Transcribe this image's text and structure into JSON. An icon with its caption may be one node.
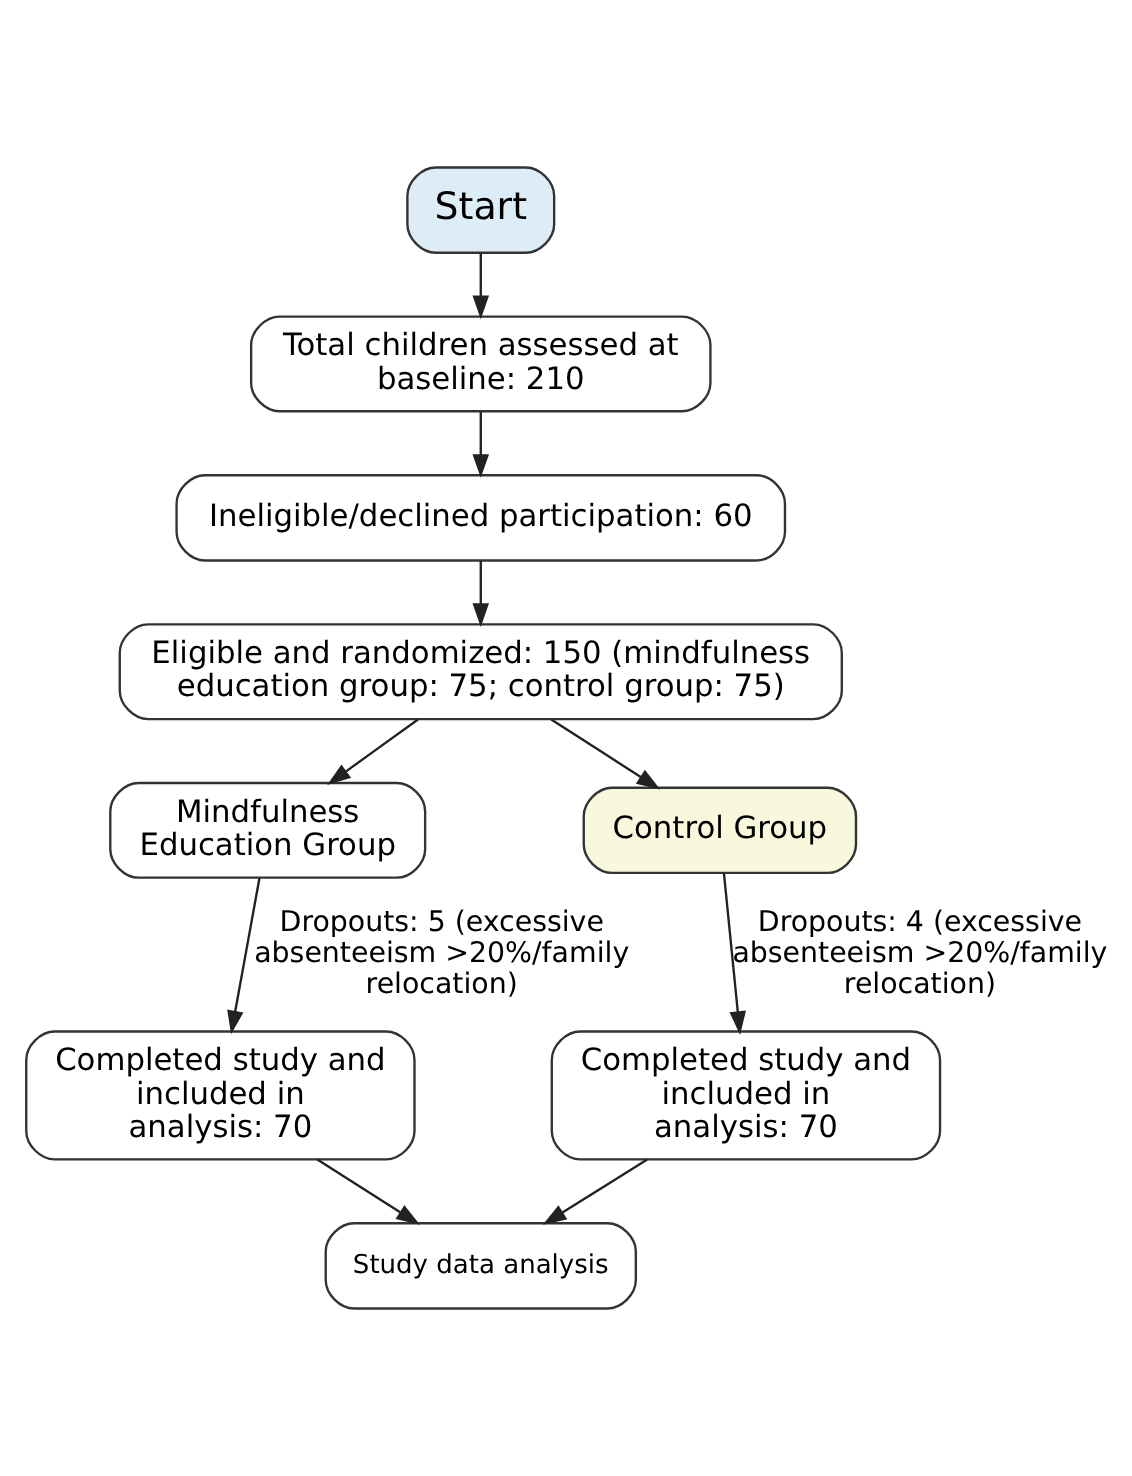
{
  "diagram": {
    "nodes": [
      {
        "text": [
          "Start"
        ]
      },
      {
        "text": [
          "Total children assessed at baseline: 210"
        ]
      },
      {
        "text": [
          "Ineligible/declined participation: 60"
        ]
      },
      {
        "text": [
          "Eligible and randomized: 150 (mindfulness education group: 75; control group: 75)"
        ]
      },
      {
        "text": [
          "Mindfulness Education Group"
        ]
      },
      {
        "text": [
          "Control Group"
        ]
      },
      {
        "text": [
          "Completed study and included in analysis: 70"
        ]
      },
      {
        "text": [
          "Completed study and included in analysis: 70"
        ]
      },
      {
        "text": [
          "Study data analysis"
        ]
      }
    ],
    "edges": [
      {
        "from": 0,
        "to": 1,
        "arrow": "to"
      },
      {
        "from": 1,
        "to": 2,
        "arrow": "to"
      },
      {
        "from": 2,
        "to": 3,
        "arrow": "to"
      },
      {
        "from": 3,
        "to": 4,
        "arrow": "to"
      },
      {
        "from": 3,
        "to": 5,
        "arrow": "to"
      },
      {
        "from": 4,
        "to": 6,
        "arrow": "to",
        "label": "Dropouts: 5 (excessive absenteeism >20%/family relocation)"
      },
      {
        "from": 5,
        "to": 7,
        "arrow": "to",
        "label": "Dropouts: 4 (excessive absenteeism >20%/family relocation)"
      },
      {
        "from": 6,
        "to": 8,
        "arrow": "to"
      },
      {
        "from": 7,
        "to": 8,
        "arrow": "to"
      }
    ]
  }
}
